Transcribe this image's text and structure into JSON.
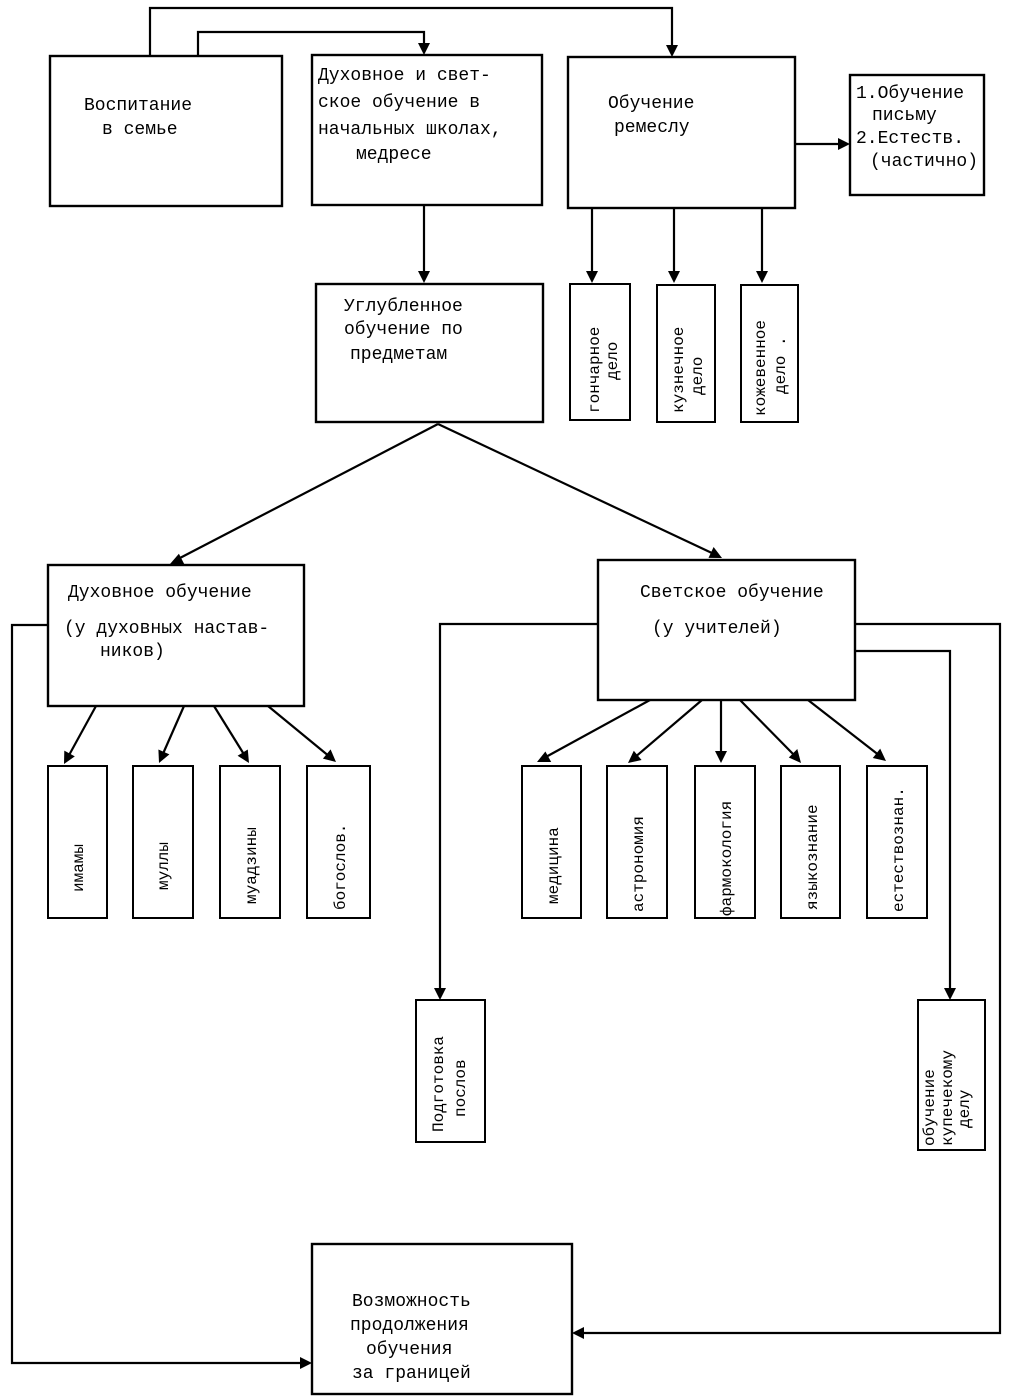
{
  "boxes": {
    "family": [
      "Воспитание",
      "в семье"
    ],
    "primary": [
      "Духовное и свет-",
      "ское обучение в",
      "начальных школах,",
      "медресе"
    ],
    "craft": [
      "Обучение",
      "ремеслу"
    ],
    "writing": [
      "1.Обучение",
      "письму",
      "2.Естеств.",
      "(частично)"
    ],
    "advanced": [
      "Углубленное",
      "обучение по",
      "предметам"
    ],
    "spiritual": [
      "Духовное обучение",
      "(у духовных настав-",
      "ников)"
    ],
    "secular": [
      "Светское обучение",
      "(у учителей)"
    ],
    "abroad": [
      "Возможность",
      "продолжения",
      "обучения",
      "за границей"
    ]
  },
  "crafts": [
    [
      "гончарное",
      "дело"
    ],
    [
      "кузнечное",
      "дело"
    ],
    [
      "кожевенное",
      "дело ."
    ]
  ],
  "clergy": [
    "имамы",
    "муллы",
    "муадзины",
    "богослов."
  ],
  "subjects": [
    "медицина",
    "астрономия",
    "фармокология",
    "языкознание",
    "естествознан."
  ],
  "side": {
    "ambassadors": [
      "Подготовка",
      "послов"
    ],
    "merchant": [
      "обучение",
      "купечекому",
      "делу"
    ]
  }
}
